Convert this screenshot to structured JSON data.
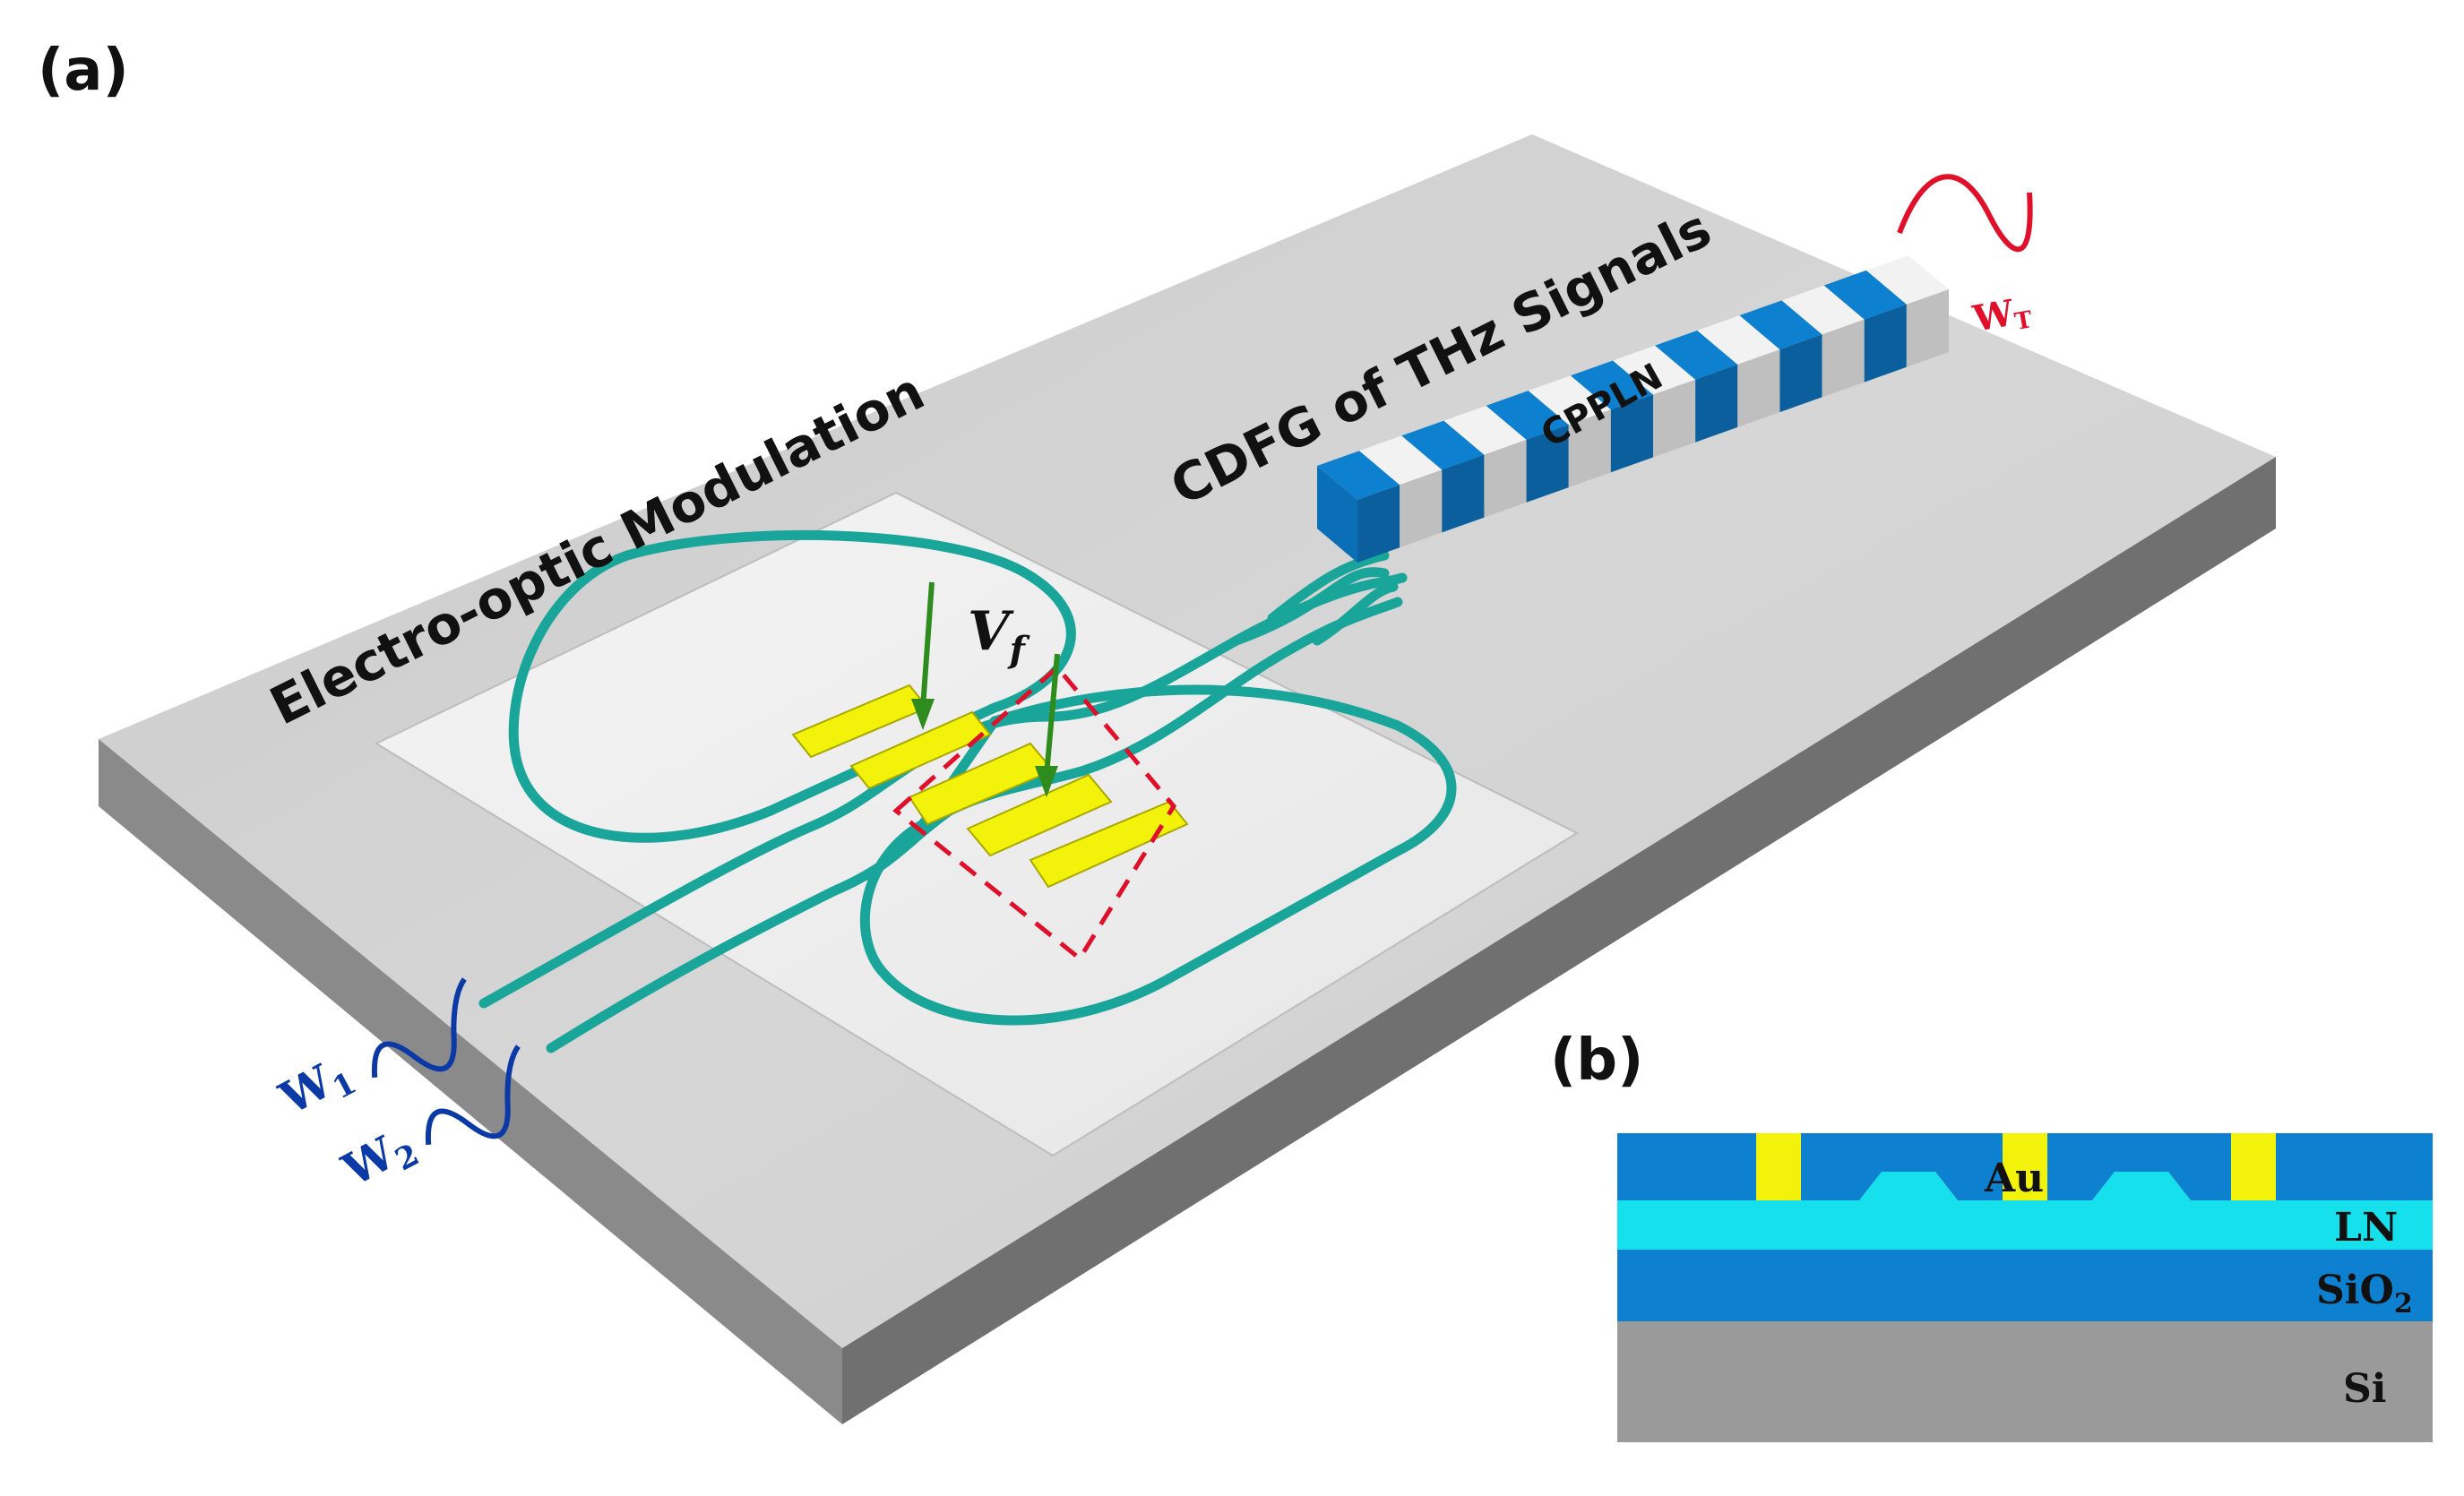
{
  "panel_a": {
    "label": "(a)",
    "title_modulation": "Electro-optic Modulation",
    "title_cdfg": "CDFG of THz Signals",
    "crystal_label": "CPPLN",
    "voltage_label": "V",
    "voltage_sub": "f",
    "input1_label": "W",
    "input1_sub": "1",
    "input2_label": "W",
    "input2_sub": "2",
    "output_label": "W",
    "output_sub": "T"
  },
  "panel_b": {
    "label": "(b)",
    "layers": {
      "au": "Au",
      "ln": "LN",
      "sio2": "SiO",
      "sio2_sub": "2",
      "si": "Si"
    }
  },
  "colors": {
    "waveguide": "#1aa59a",
    "electrode": "#f2f20a",
    "crystal_blue": "#0d80d0",
    "wave_blue": "#0b3aa6",
    "wave_red": "#e0102a",
    "sio2": "#0d80d0",
    "ln": "#16e0ec",
    "si": "#9a9a9a"
  }
}
